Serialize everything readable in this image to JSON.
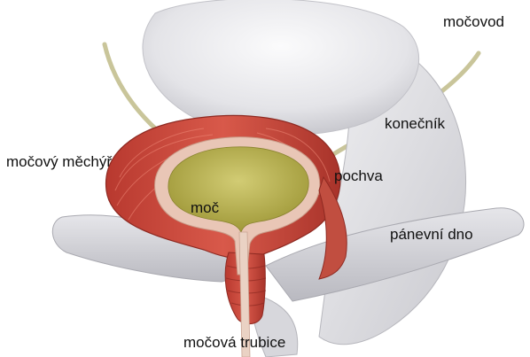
{
  "labels": {
    "mocovod": "močovod",
    "konecnik": "konečník",
    "mocovy_mechyr": "močový měchýř",
    "pochva": "pochva",
    "moc": "moč",
    "panevni_dno": "pánevní dno",
    "mocova_trubice": "močová trubice"
  },
  "colors": {
    "muscle": "#c9463a",
    "muscle_dark": "#9e2f27",
    "lining": "#e8c4b4",
    "urine": "#b8b04c",
    "tissue": "#d9d9dc",
    "tissue_light": "#eeeef0",
    "ureter": "#c9c59a"
  }
}
